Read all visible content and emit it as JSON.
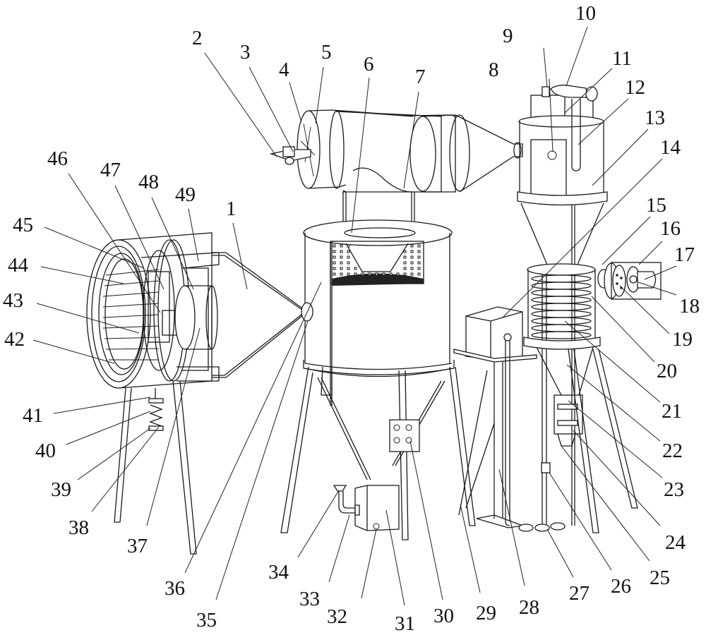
{
  "figure": {
    "title": "Dust treatment apparatus – perspective view",
    "line_color": "#1a1a1a",
    "background": "#ffffff"
  },
  "labels": [
    {
      "id": "1",
      "text": "1"
    },
    {
      "id": "2",
      "text": "2"
    },
    {
      "id": "3",
      "text": "3"
    },
    {
      "id": "4",
      "text": "4"
    },
    {
      "id": "5",
      "text": "5"
    },
    {
      "id": "6",
      "text": "6"
    },
    {
      "id": "7",
      "text": "7"
    },
    {
      "id": "8",
      "text": "8"
    },
    {
      "id": "9",
      "text": "9"
    },
    {
      "id": "10",
      "text": "10"
    },
    {
      "id": "11",
      "text": "11"
    },
    {
      "id": "12",
      "text": "12"
    },
    {
      "id": "13",
      "text": "13"
    },
    {
      "id": "14",
      "text": "14"
    },
    {
      "id": "15",
      "text": "15"
    },
    {
      "id": "16",
      "text": "16"
    },
    {
      "id": "17",
      "text": "17"
    },
    {
      "id": "18",
      "text": "18"
    },
    {
      "id": "19",
      "text": "19"
    },
    {
      "id": "20",
      "text": "20"
    },
    {
      "id": "21",
      "text": "21"
    },
    {
      "id": "22",
      "text": "22"
    },
    {
      "id": "23",
      "text": "23"
    },
    {
      "id": "24",
      "text": "24"
    },
    {
      "id": "25",
      "text": "25"
    },
    {
      "id": "26",
      "text": "26"
    },
    {
      "id": "27",
      "text": "27"
    },
    {
      "id": "28",
      "text": "28"
    },
    {
      "id": "29",
      "text": "29"
    },
    {
      "id": "30",
      "text": "30"
    },
    {
      "id": "31",
      "text": "31"
    },
    {
      "id": "32",
      "text": "32"
    },
    {
      "id": "33",
      "text": "33"
    },
    {
      "id": "34",
      "text": "34"
    },
    {
      "id": "35",
      "text": "35"
    },
    {
      "id": "36",
      "text": "36"
    },
    {
      "id": "37",
      "text": "37"
    },
    {
      "id": "38",
      "text": "38"
    },
    {
      "id": "39",
      "text": "39"
    },
    {
      "id": "40",
      "text": "40"
    },
    {
      "id": "41",
      "text": "41"
    },
    {
      "id": "42",
      "text": "42"
    },
    {
      "id": "43",
      "text": "43"
    },
    {
      "id": "44",
      "text": "44"
    },
    {
      "id": "45",
      "text": "45"
    },
    {
      "id": "46",
      "text": "46"
    },
    {
      "id": "47",
      "text": "47"
    },
    {
      "id": "48",
      "text": "48"
    },
    {
      "id": "49",
      "text": "49"
    }
  ]
}
